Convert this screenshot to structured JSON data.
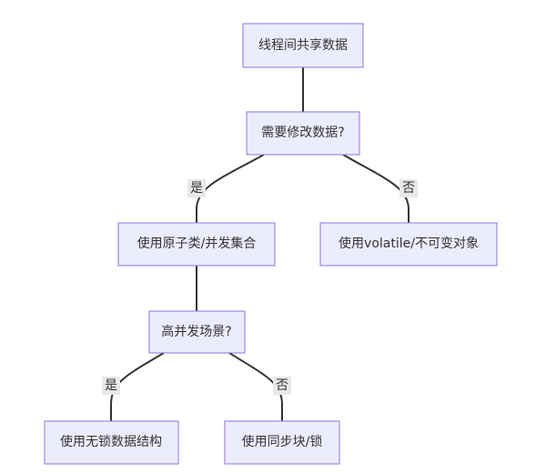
{
  "flowchart": {
    "nodes": {
      "share": "线程间共享数据",
      "modify": "需要修改数据?",
      "atomic": "使用原子类/并发集合",
      "volatile": "使用volatile/不可变对象",
      "high_concurrency": "高并发场景?",
      "lock_free": "使用无锁数据结构",
      "sync_lock": "使用同步块/锁"
    },
    "edge_labels": {
      "modify_yes": "是",
      "modify_no": "否",
      "high_yes": "是",
      "high_no": "否"
    }
  }
}
